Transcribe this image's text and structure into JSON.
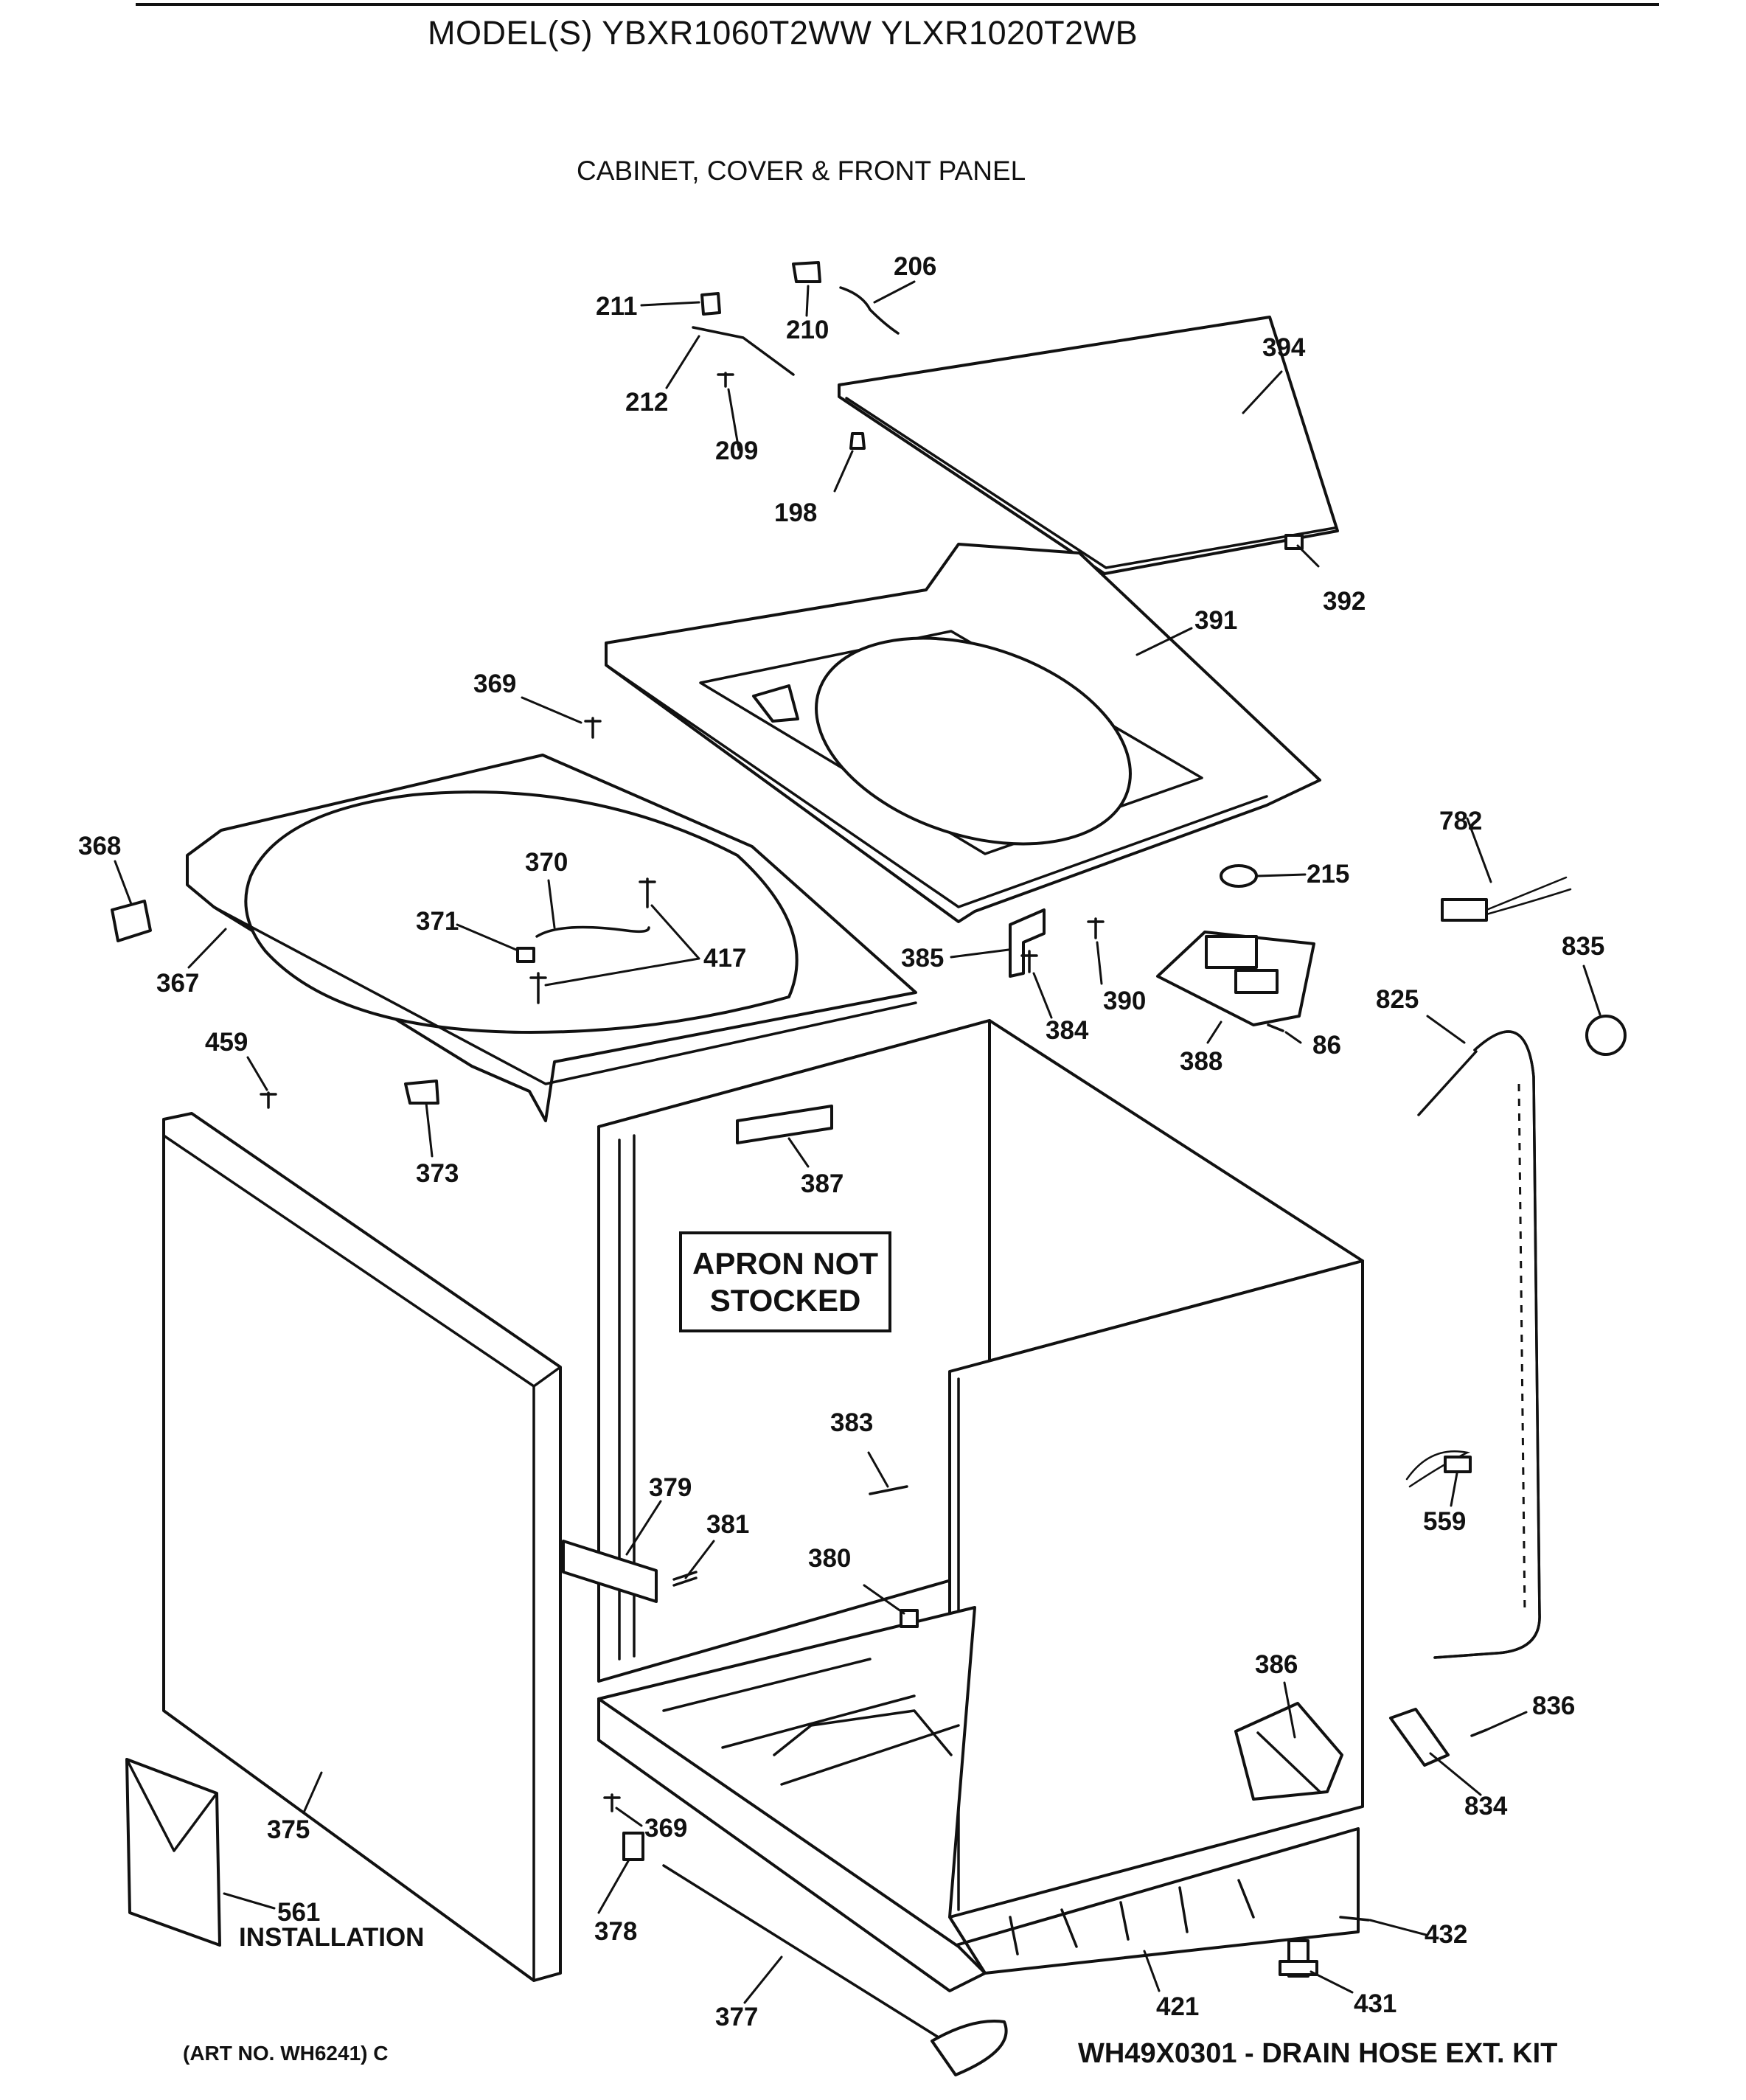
{
  "header": {
    "model_title": "MODEL(S) YBXR1060T2WW  YLXR1020T2WB",
    "section_title": "CABINET, COVER & FRONT PANEL"
  },
  "notes": {
    "apron_line1": "APRON NOT",
    "apron_line2": "STOCKED"
  },
  "footer": {
    "art_no": "(ART NO. WH6241) C",
    "kit_note": "WH49X0301 - DRAIN HOSE EXT. KIT"
  },
  "part_labels": {
    "p206": "206",
    "p211": "211",
    "p210": "210",
    "p212": "212",
    "p209": "209",
    "p198": "198",
    "p394": "394",
    "p392": "392",
    "p391": "391",
    "p369_top": "369",
    "p782": "782",
    "p368": "368",
    "p370": "370",
    "p371": "371",
    "p417": "417",
    "p215": "215",
    "p835": "835",
    "p367": "367",
    "p385": "385",
    "p390": "390",
    "p384": "384",
    "p825": "825",
    "p86": "86",
    "p388": "388",
    "p459": "459",
    "p373": "373",
    "p387": "387",
    "p383": "383",
    "p379": "379",
    "p381": "381",
    "p559": "559",
    "p380": "380",
    "p386": "386",
    "p836": "836",
    "p834": "834",
    "p375": "375",
    "p369_bottom": "369",
    "p561": "561",
    "p561_desc": "INSTALLATION",
    "p378": "378",
    "p432": "432",
    "p421": "421",
    "p431": "431",
    "p377": "377"
  }
}
